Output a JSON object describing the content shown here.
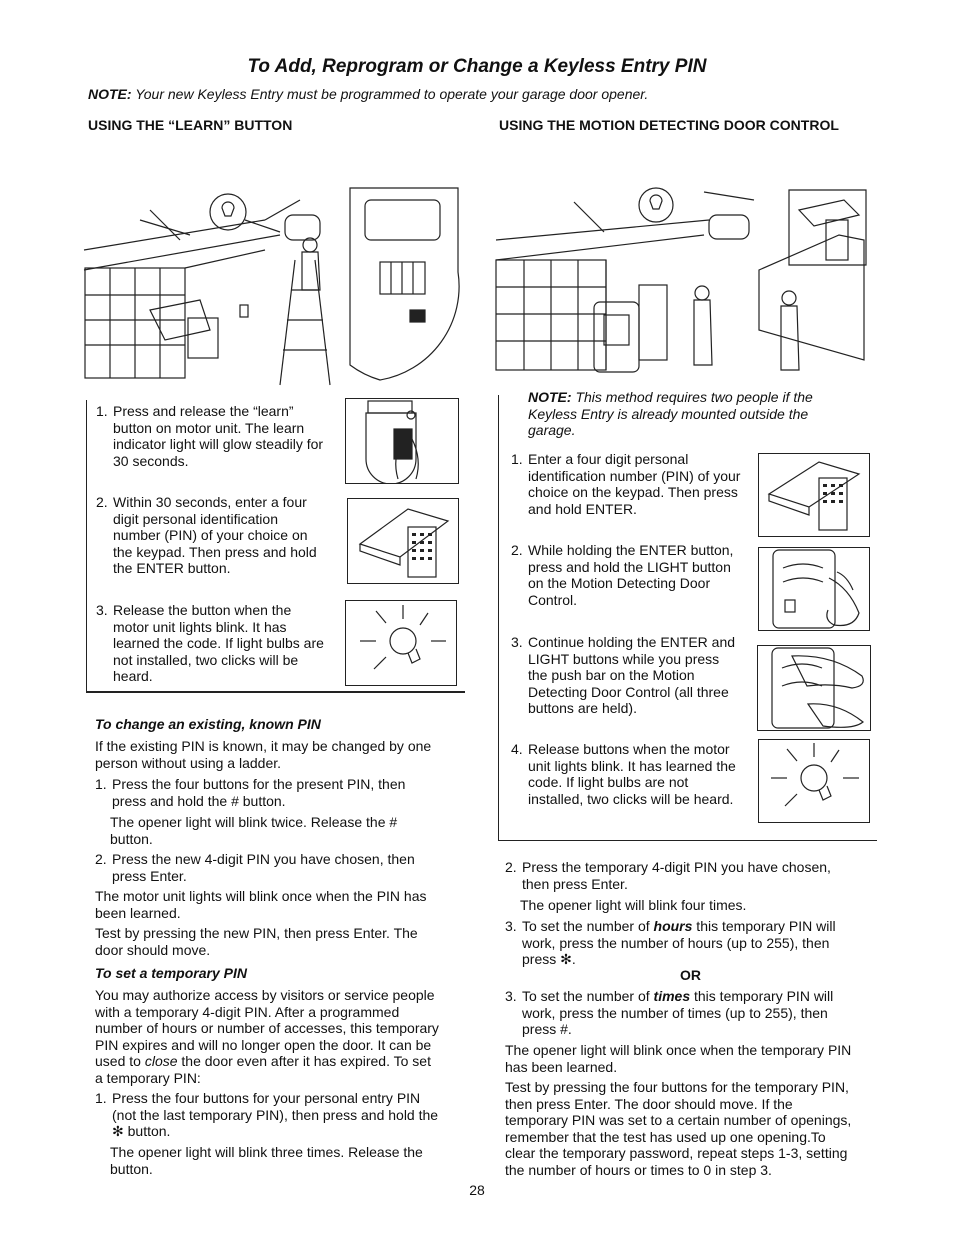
{
  "title": "To Add, Reprogram or Change a Keyless Entry PIN",
  "note_top": {
    "label": "NOTE:",
    "text": "Your new Keyless Entry must be programmed to operate your garage door opener."
  },
  "left": {
    "heading": "USING THE “LEARN” BUTTON",
    "steps": [
      {
        "num": "1.",
        "lines": [
          "Press and release the “learn”",
          "button on motor unit. The learn",
          "indicator light will glow steadily for",
          "30 seconds."
        ]
      },
      {
        "num": "2.",
        "lines": [
          "Within 30 seconds, enter a four",
          "digit personal identification",
          "number (PIN) of your choice on",
          "the keypad. Then press and hold",
          "the ENTER button."
        ]
      },
      {
        "num": "3.",
        "lines": [
          "Release the button when the",
          "motor unit lights blink. It has",
          "learned the code. If light bulbs are",
          "not installed, two clicks will be",
          "heard."
        ]
      }
    ],
    "change_heading": "To change an existing, known PIN",
    "change_intro": [
      "If the existing PIN is known, it may be changed by one",
      "person without using a ladder."
    ],
    "change_step1": {
      "num": "1.",
      "lines": [
        "Press the four buttons for the present PIN, then",
        "press and hold the # button."
      ]
    },
    "change_step1_note": [
      "The opener light will blink twice. Release the #",
      "button."
    ],
    "change_step2": {
      "num": "2.",
      "lines": [
        "Press the new 4-digit PIN you have chosen, then",
        "press Enter."
      ]
    },
    "change_p1": [
      "The motor unit lights will blink once when the PIN has",
      "been learned."
    ],
    "change_p2": [
      "Test by pressing the new PIN, then press Enter. The",
      "door should move."
    ],
    "temp_heading": "To set a temporary PIN",
    "temp_intro": [
      "You may authorize access by visitors or service people",
      "with a temporary 4-digit PIN. After a programmed",
      "number of hours or number of accesses, this temporary",
      "PIN expires and will no longer open the door. It can be"
    ],
    "temp_intro_l5a": "used to ",
    "temp_intro_l5b": "close",
    "temp_intro_l5c": " the door even after it has expired. To set",
    "temp_intro_l6": "a temporary PIN:",
    "temp_step1": {
      "num": "1.",
      "lines": [
        "Press the four buttons for your personal entry PIN",
        "(not the last temporary PIN), then press and hold the",
        "✻ button."
      ]
    },
    "temp_step1_note": [
      "The opener light will blink three times. Release the",
      "button."
    ]
  },
  "right": {
    "heading": "USING THE MOTION DETECTING DOOR CONTROL",
    "note_label": "NOTE:",
    "note_lines": [
      "This method requires two people if the",
      "Keyless Entry is already mounted outside the",
      "garage."
    ],
    "steps": [
      {
        "num": "1.",
        "lines": [
          "Enter a four digit personal",
          "identification number (PIN) of your",
          "choice on the keypad. Then press",
          "and hold ENTER."
        ]
      },
      {
        "num": "2.",
        "lines": [
          "While holding the ENTER button,",
          "press and hold the LIGHT button",
          "on the Motion Detecting Door",
          "Control."
        ]
      },
      {
        "num": "3.",
        "lines": [
          "Continue holding the ENTER and",
          "LIGHT buttons while you press",
          "the push bar on the Motion",
          "Detecting Door Control (all three",
          "buttons are held)."
        ]
      },
      {
        "num": "4.",
        "lines": [
          "Release buttons when the motor",
          "unit lights blink. It has learned the",
          "code. If light bulbs are not",
          "installed, two clicks will be heard."
        ]
      }
    ],
    "temp_step2": {
      "num": "2.",
      "lines": [
        "Press the temporary 4-digit PIN you have chosen,",
        "then press Enter."
      ]
    },
    "temp_step2_note": "The opener light will blink four times.",
    "hours_step": {
      "num": "3.",
      "pre": "To set the number of ",
      "em": "hours",
      "post": " this temporary PIN will",
      "lines": [
        "work, press the number of hours (up to 255), then",
        "press ✻."
      ]
    },
    "or": "OR",
    "times_step": {
      "num": "3.",
      "pre": "To set the number of ",
      "em": "times",
      "post": " this temporary PIN will",
      "lines": [
        "work, press the number of times (up to 255), then",
        "press #."
      ]
    },
    "p1": [
      "The opener light will blink once when the temporary PIN",
      "has been learned."
    ],
    "p2": [
      "Test by pressing the four buttons for the temporary PIN,",
      "then press Enter. The door should move. If the",
      "temporary PIN was set to a certain number of openings,",
      "remember that the test has used up one opening.To",
      "clear the temporary password, repeat steps 1-3, setting",
      "the number of hours or times to 0 in step 3."
    ]
  },
  "page_number": "28"
}
